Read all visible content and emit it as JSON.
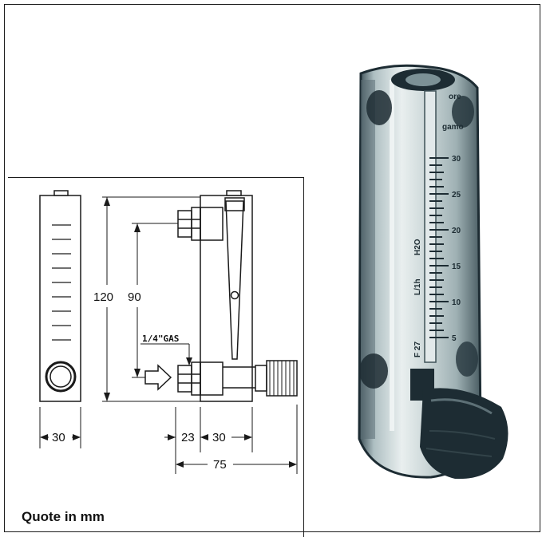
{
  "dimensions": {
    "height_total": "120",
    "height_ports": "90",
    "width_front": "30",
    "inlet_offset": "23",
    "width_side": "30",
    "overall_width": "75"
  },
  "thread_label": "1/4\"GAS",
  "caption": "Quote in mm",
  "photo": {
    "scale_ticks": [
      "30",
      "25",
      "20",
      "15",
      "10",
      "5"
    ],
    "unit_label": "L/1h",
    "medium_label": "H2O",
    "model_label": "F 27",
    "brand_fragment": "ore",
    "brand_fragment2": "gamo"
  },
  "colors": {
    "line": "#1a1a1a",
    "glass_dark": "#1d2c33",
    "glass_mid": "#8aa0a6"
  }
}
